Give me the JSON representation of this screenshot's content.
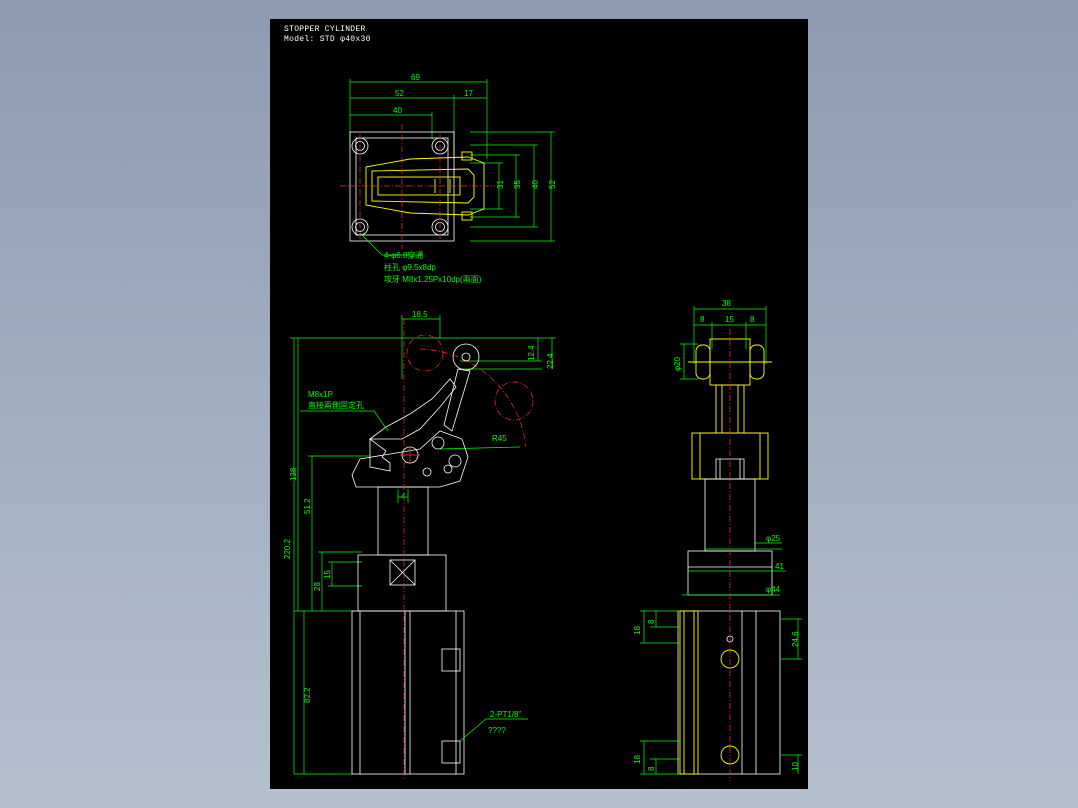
{
  "title_block": {
    "title": "STOPPER CYLINDER",
    "model": "Model: STD φ40x30"
  },
  "top_view": {
    "dims": [
      "69",
      "52",
      "17",
      "40",
      "31",
      "35",
      "40",
      "52"
    ],
    "notes": [
      "4-φ6.8穿通",
      "柱孔 φ9.5x8dp",
      "攻牙 M8x1.25Px10dp(兩面)"
    ]
  },
  "front_view": {
    "dims": [
      "18.5",
      "12.4",
      "22.4",
      "R45",
      "138",
      "51.2",
      "4",
      "28",
      "15",
      "220.2",
      "82.2"
    ],
    "notes": [
      "M8x1P",
      "直接兩側固定孔",
      "2-PT1/8\"",
      "????"
    ]
  },
  "side_view": {
    "dims": [
      "38",
      "8",
      "15",
      "8",
      "φ20",
      "φ25",
      "41",
      "φ44",
      "18",
      "8",
      "24.6",
      "18",
      "8",
      "10"
    ]
  },
  "colors": {
    "background": "#8d9bb0",
    "sheet": "#000000",
    "dimension": "#00ff00",
    "outline": "#ffffff",
    "part": "#ffff00",
    "centerline": "#ff2a2a"
  }
}
